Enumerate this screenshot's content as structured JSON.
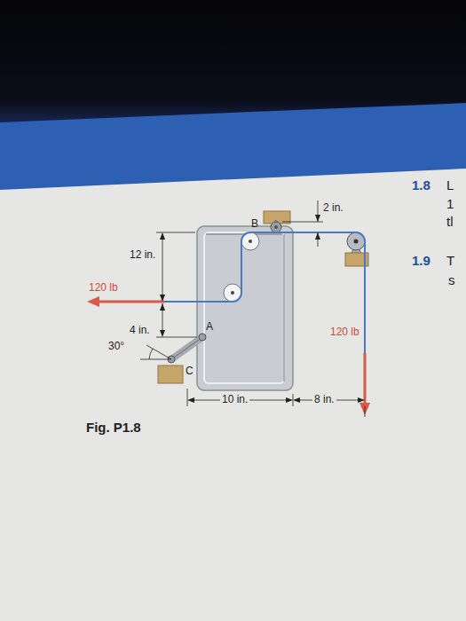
{
  "diagram": {
    "caption": "Fig. P1.8",
    "labels": [
      "B",
      "2 in.",
      "12 in.",
      "120 lb",
      "4 in.",
      "A",
      "30°",
      "C",
      "10 in.",
      "8 in.",
      "120 lb",
      "1.8",
      "L",
      "1",
      "tl",
      "1.9",
      "T",
      "s"
    ]
  }
}
